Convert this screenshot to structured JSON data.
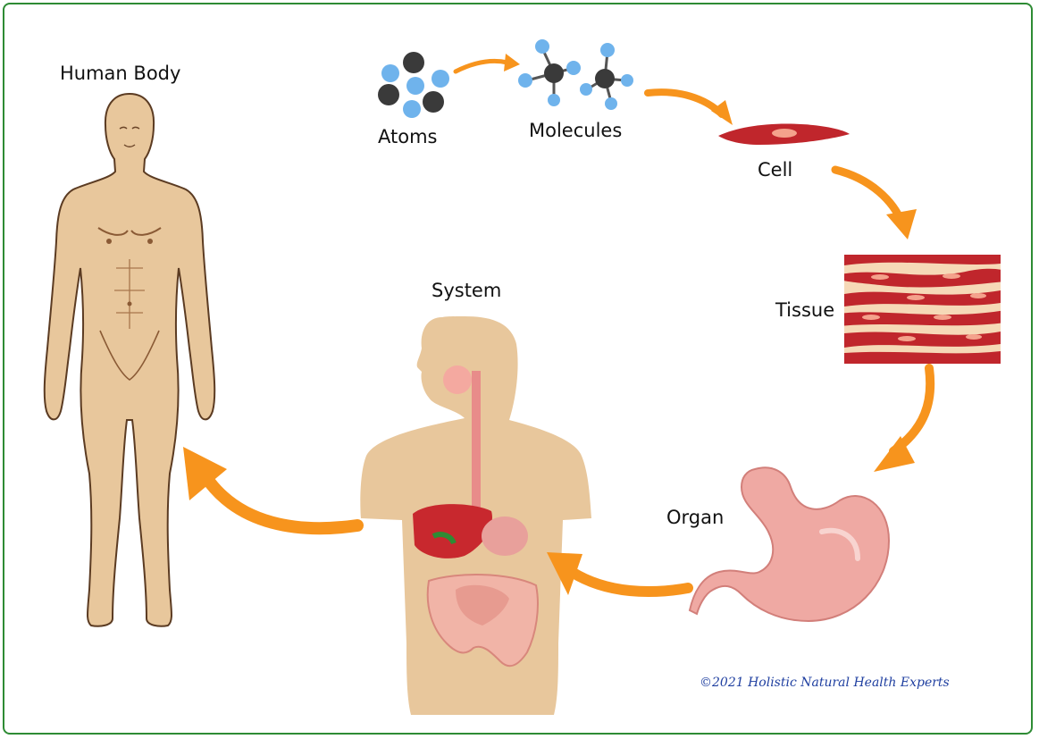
{
  "labels": {
    "human_body": "Human Body",
    "atoms": "Atoms",
    "molecules": "Molecules",
    "cell": "Cell",
    "tissue": "Tissue",
    "organ": "Organ",
    "system": "System"
  },
  "credit": "©2021 Holistic Natural Health Experts",
  "colors": {
    "frame": "#2e8b34",
    "arrow": "#f7941d",
    "skin": "#e8c79c",
    "tissue": "#c0262c",
    "stomach": "#efa9a3",
    "atom_blue": "#6fb3ec",
    "atom_dark": "#3a3a3a",
    "credit": "#1f3fa0"
  }
}
